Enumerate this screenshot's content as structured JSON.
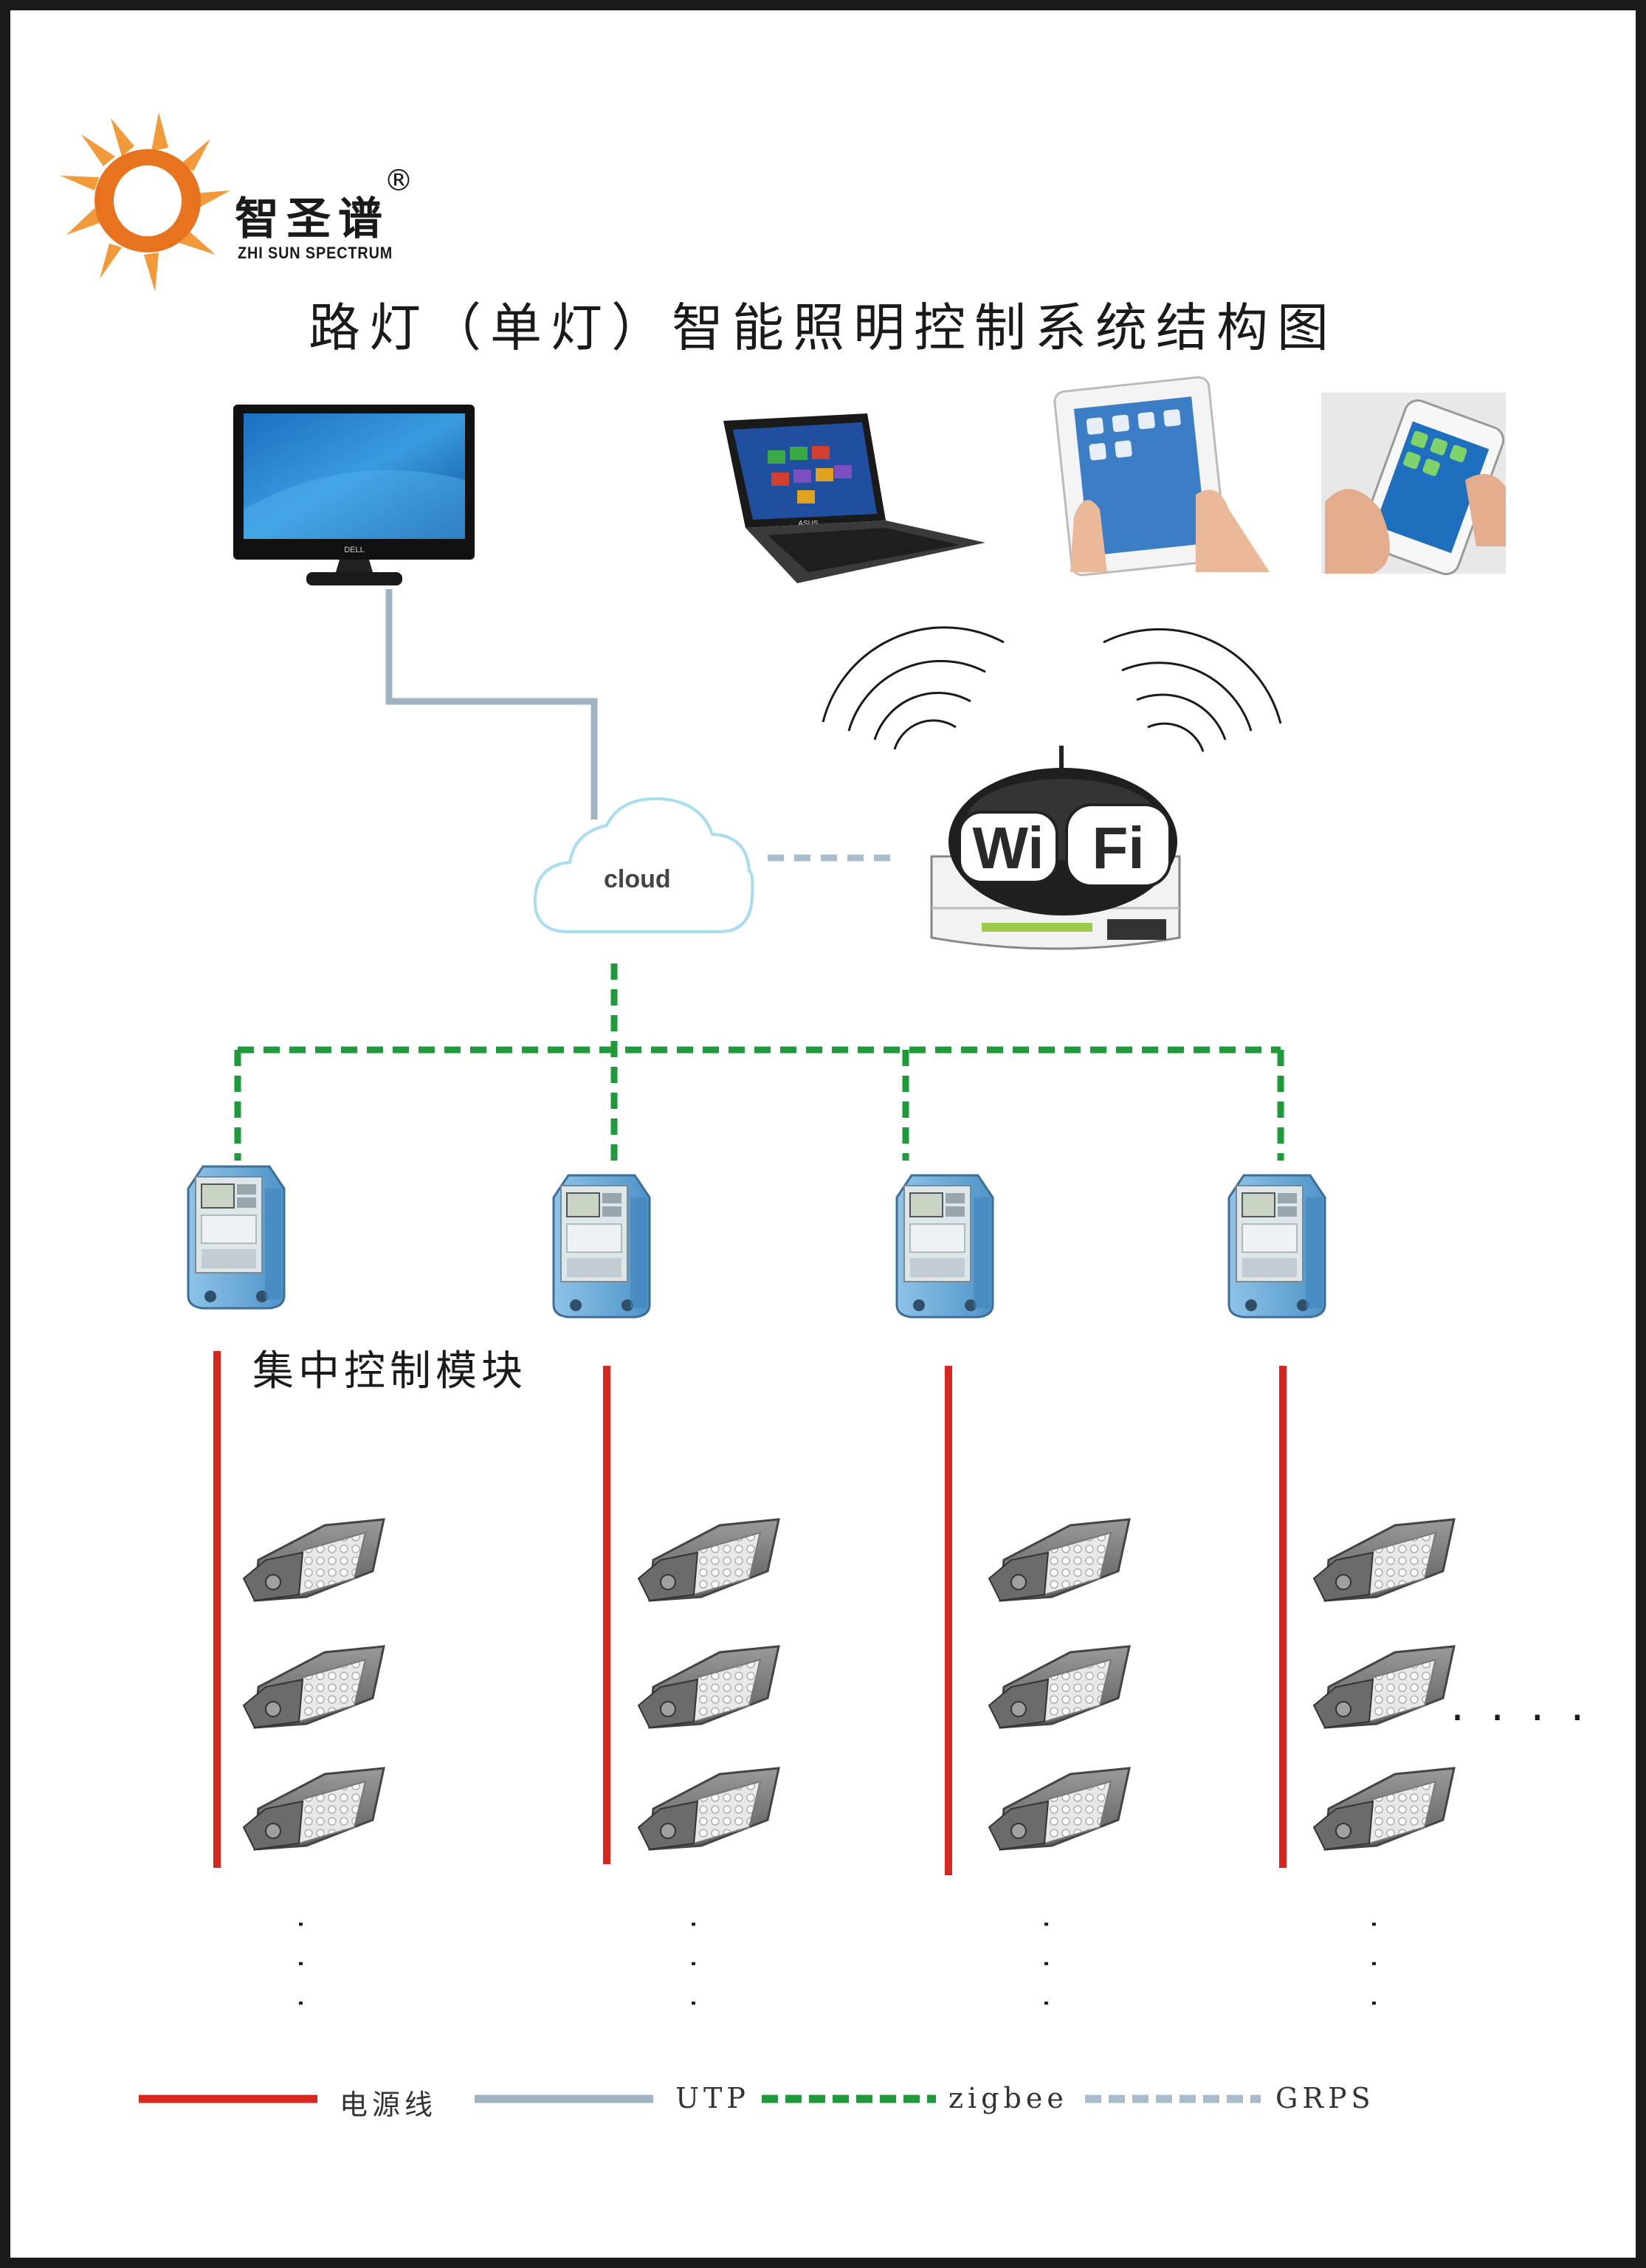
{
  "brand": {
    "name_cn": "智圣谱",
    "registered": "®",
    "name_en": "ZHI SUN SPECTRUM",
    "color": "#e8731e"
  },
  "title": "路灯（单灯）智能照明控制系统结构图",
  "devices": {
    "monitor_brand": "DELL",
    "laptop_brand": "ASUS"
  },
  "cloud": {
    "label": "cloud"
  },
  "wifi": {
    "left": "Wi",
    "right": "Fi"
  },
  "module_label": "集中控制模块",
  "continuation": {
    "horizontal": ". . . .",
    "vertical": ". . ."
  },
  "legend": [
    {
      "label": "电源线",
      "color": "#d8261f",
      "style": "solid"
    },
    {
      "label": "UTP",
      "color": "#9fb3c3",
      "style": "solid"
    },
    {
      "label": "zigbee",
      "color": "#1e9a3a",
      "style": "dashed"
    },
    {
      "label": "GRPS",
      "color": "#a9bccb",
      "style": "dashed"
    }
  ],
  "colors": {
    "power_line": "#d8261f",
    "utp_line": "#9fb3c3",
    "zigbee_line": "#1e9a3a",
    "grps_line": "#a9bccb"
  }
}
